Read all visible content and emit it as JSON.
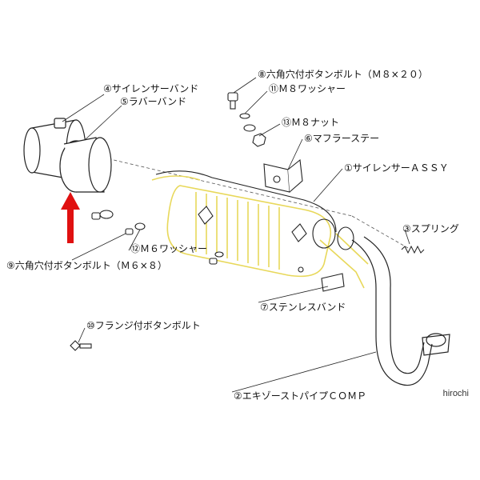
{
  "labels": {
    "p1": "①サイレンサーＡＳＳＹ",
    "p2": "②エキゾーストパイプＣＯＭＰ",
    "p3": "③スプリング",
    "p4": "④サイレンサーバンド",
    "p5": "⑤ラバーバンド",
    "p6": "⑥マフラーステー",
    "p7": "⑦ステンレスバンド",
    "p8": "⑧六角穴付ボタンボルト（Ｍ８×２０）",
    "p9": "⑨六角穴付ボタンボルト（Ｍ６×８）",
    "p10": "⑩フランジ付ボタンボルト",
    "p11": "⑪Ｍ８ワッシャー",
    "p12": "⑫Ｍ６ワッシャー",
    "p13": "⑬Ｍ８ナット"
  },
  "watermark": "hirochi",
  "colors": {
    "arrow": "#e01010",
    "silencer_outline": "#e8d85a",
    "line": "#222222"
  }
}
